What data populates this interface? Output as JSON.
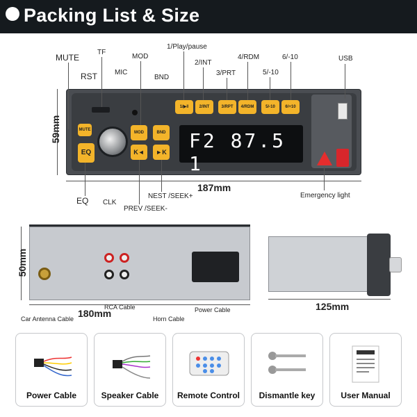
{
  "header": {
    "title": "Packing List & Size"
  },
  "front_labels": {
    "mute": "MUTE",
    "tf": "TF",
    "mod": "MOD",
    "rst": "RST",
    "mic": "MIC",
    "bnd": "BND",
    "play": "1/Play/pause",
    "int": "2/INT",
    "rpt": "3/PRT",
    "rdm": "4/RDM",
    "minus10": "5/-10",
    "plus10": "6/-10",
    "usb": "USB",
    "eq": "EQ",
    "clk": "CLK",
    "prev": "PREV /SEEK-",
    "next": "NEST /SEEK+",
    "emergency": "Emergency light"
  },
  "buttons": {
    "mute": "MUTE",
    "eq": "EQ",
    "mod": "MOD",
    "bnd": "BND",
    "b1": "1/▶‖",
    "b2": "2/INT",
    "b3": "3/RPT",
    "b4": "4/RDM",
    "b5": "5/-10",
    "b6": "6/+10"
  },
  "display": {
    "text": "F2 87.5 1"
  },
  "dimensions": {
    "height_front": "59mm",
    "width_front": "187mm",
    "height_back": "50mm",
    "width_back": "180mm",
    "depth": "125mm"
  },
  "back_labels": {
    "antenna": "Car Antenna Cable",
    "rca": "RCA Cable",
    "power": "Power Cable",
    "horn": "Horn Cable"
  },
  "package_items": [
    {
      "label": "Power Cable"
    },
    {
      "label": "Speaker Cable"
    },
    {
      "label": "Remote Control"
    },
    {
      "label": "Dismantle key"
    },
    {
      "label": "User Manual"
    }
  ],
  "colors": {
    "accent": "#f3b42a",
    "header": "#151a1e",
    "emergency": "#e52d2d"
  }
}
